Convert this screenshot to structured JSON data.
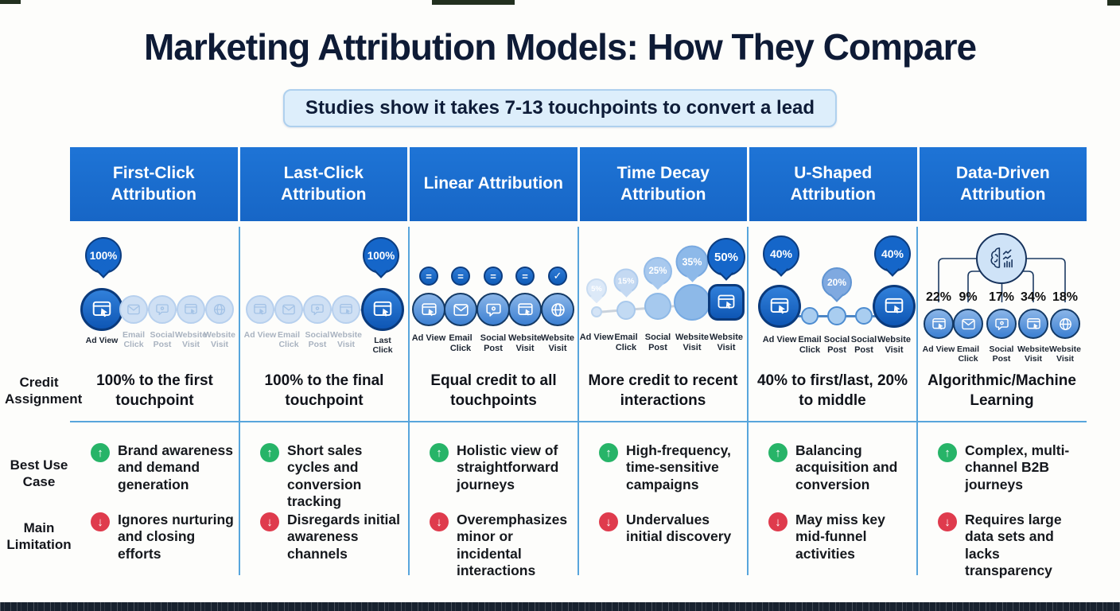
{
  "page": {
    "title": "Marketing Attribution Models: How They Compare",
    "banner": "Studies show it takes 7-13 touchpoints to convert a lead"
  },
  "row_labels": {
    "credit": "Credit Assignment",
    "best": "Best Use Case",
    "limitation": "Main Limitation"
  },
  "colors": {
    "header_blue": "#1a6ed2",
    "node_dark_blue": "#1566c9",
    "node_faded_blue": "#cfe0f4",
    "separator_blue": "#58a5dc",
    "positive_green": "#27b468",
    "negative_red": "#df3b4d",
    "banner_bg": "#ddeefb",
    "title_navy": "#0e1b36"
  },
  "columns": [
    {
      "header": "First-Click Attribution",
      "callout": "100%",
      "node_labels": [
        "Ad View",
        "Email Click",
        "Social Post",
        "Website Visit",
        "Website Visit"
      ],
      "credit": "100% to the first touchpoint",
      "best": "Brand awareness and demand generation",
      "limitation": "Ignores nurturing and closing efforts"
    },
    {
      "header": "Last-Click Attribution",
      "callout": "100%",
      "node_labels": [
        "Ad View",
        "Email Click",
        "Social Post",
        "Website Visit",
        "Last Click"
      ],
      "credit": "100% to the final touchpoint",
      "best": "Short sales cycles and conversion tracking",
      "limitation": "Disregards initial awareness channels"
    },
    {
      "header": "Linear Attribution",
      "badges": [
        "=",
        "=",
        "=",
        "=",
        "✓"
      ],
      "node_labels": [
        "Ad View",
        "Email Click",
        "Social Post",
        "Website Visit",
        "Website Visit"
      ],
      "credit": "Equal credit to all touchpoints",
      "best": "Holistic view of straightforward journeys",
      "limitation": "Overemphasizes minor or incidental interactions"
    },
    {
      "header": "Time Decay Attribution",
      "percents": [
        "5%",
        "15%",
        "25%",
        "35%",
        "50%"
      ],
      "node_labels": [
        "Ad View",
        "Email Click",
        "Social Post",
        "Website Visit",
        "Website Visit"
      ],
      "credit": "More credit to recent interactions",
      "best": "High-frequency, time-sensitive campaigns",
      "limitation": "Undervalues initial discovery"
    },
    {
      "header": "U-Shaped Attribution",
      "callouts": [
        "40%",
        "20%",
        "40%"
      ],
      "node_labels": [
        "Ad View",
        "Email Click",
        "Social Post",
        "Social Post",
        "Website Visit"
      ],
      "credit": "40% to first/last, 20% to middle",
      "best": "Balancing acquisition and conversion",
      "limitation": "May miss key mid-funnel activities"
    },
    {
      "header": "Data-Driven Attribution",
      "percents": [
        "22%",
        "9%",
        "17%",
        "34%",
        "18%"
      ],
      "node_labels": [
        "Ad View",
        "Email Click",
        "Social Post",
        "Website Visit",
        "Website Visit"
      ],
      "credit": "Algorithmic/Machine Learning",
      "best": "Complex, multi-channel B2B journeys",
      "limitation": "Requires large data sets and lacks transparency"
    }
  ]
}
